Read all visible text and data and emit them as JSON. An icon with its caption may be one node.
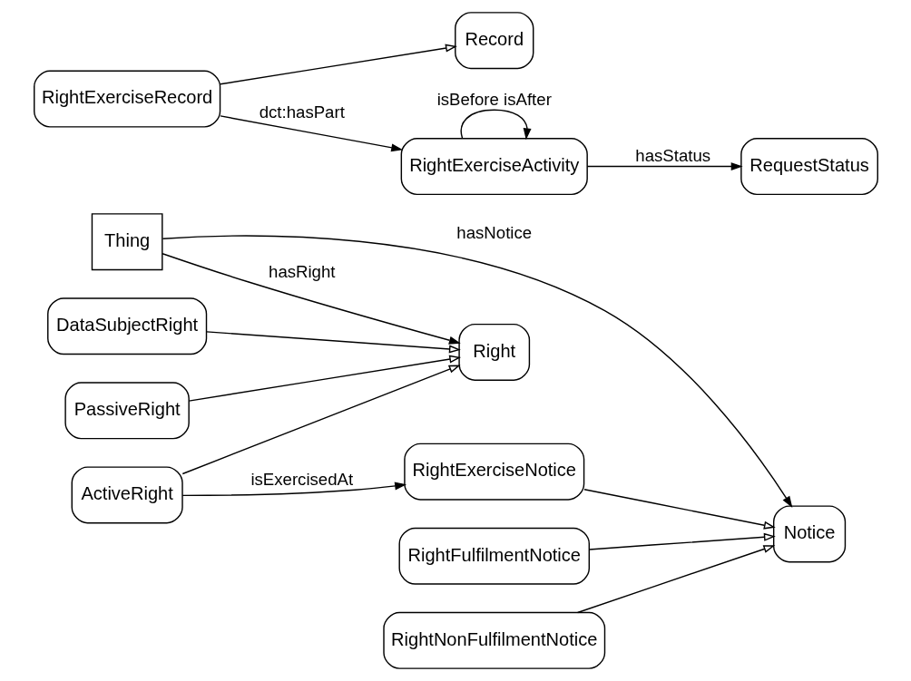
{
  "diagram": {
    "nodes": [
      {
        "text": [
          "Thing"
        ]
      },
      {
        "text": [
          "Right"
        ]
      },
      {
        "text": [
          "DataSubjectRight"
        ]
      },
      {
        "text": [
          "PassiveRight"
        ]
      },
      {
        "text": [
          "ActiveRight"
        ]
      },
      {
        "text": [
          "Notice"
        ]
      },
      {
        "text": [
          "RightExerciseNotice"
        ]
      },
      {
        "text": [
          "RightFulfilmentNotice"
        ]
      },
      {
        "text": [
          "RightNonFulfilmentNotice"
        ]
      },
      {
        "text": [
          "Record"
        ]
      },
      {
        "text": [
          "RightExerciseRecord"
        ]
      },
      {
        "text": [
          "RightExerciseActivity"
        ]
      },
      {
        "text": [
          "RequestStatus"
        ]
      }
    ],
    "edges": [
      {
        "from": 0,
        "to": 1,
        "arrow": "to",
        "label": "hasRight"
      },
      {
        "from": 2,
        "to": 1,
        "arrow": "to"
      },
      {
        "from": 3,
        "to": 1,
        "arrow": "to"
      },
      {
        "from": 4,
        "to": 1,
        "arrow": "to"
      },
      {
        "from": 0,
        "to": 5,
        "arrow": "to",
        "label": "hasNotice"
      },
      {
        "from": 4,
        "to": 6,
        "arrow": "to",
        "label": "isExercisedAt"
      },
      {
        "from": 6,
        "to": 5,
        "arrow": "to"
      },
      {
        "from": 7,
        "to": 5,
        "arrow": "to"
      },
      {
        "from": 8,
        "to": 5,
        "arrow": "to"
      },
      {
        "from": 10,
        "to": 9,
        "arrow": "to"
      },
      {
        "from": 10,
        "to": 11,
        "arrow": "to",
        "label": "dct:hasPart"
      },
      {
        "from": 11,
        "to": 11,
        "arrow": "to",
        "label": "isBefore isAfter"
      },
      {
        "from": 11,
        "to": 12,
        "arrow": "to",
        "label": "hasStatus"
      }
    ]
  }
}
